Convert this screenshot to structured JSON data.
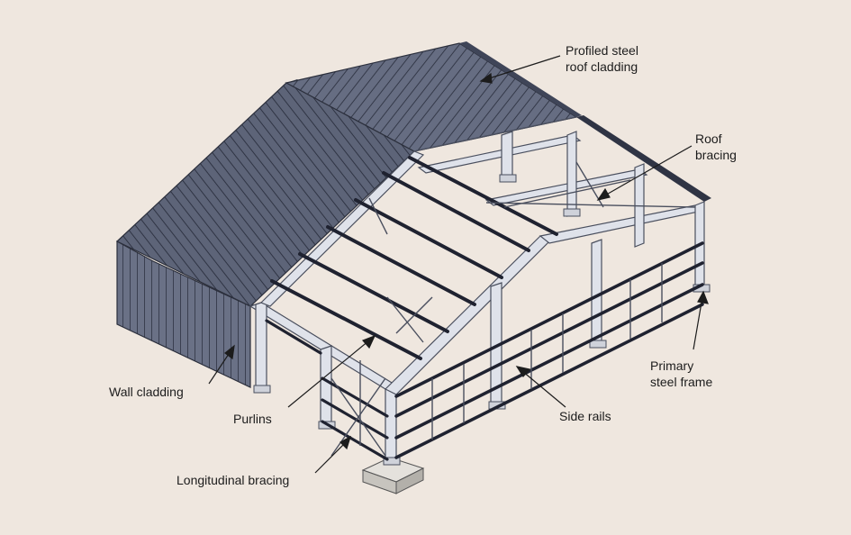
{
  "labels": {
    "roof_cladding": [
      "Profiled steel",
      "roof cladding"
    ],
    "roof_bracing": [
      "Roof",
      "bracing"
    ],
    "primary_frame": [
      "Primary",
      "steel frame"
    ],
    "side_rails": "Side rails",
    "wall_cladding": "Wall cladding",
    "purlins": "Purlins",
    "longitudinal_bracing": "Longitudinal bracing"
  },
  "colors": {
    "background": "#efe7df",
    "cladding": "#5d6478",
    "cladding_dark": "#3f4558",
    "steel": "#dfe2ea",
    "steel_edge": "#4a4f5e",
    "dark_member": "#1f2230",
    "foundation": "#c9c6c0"
  }
}
